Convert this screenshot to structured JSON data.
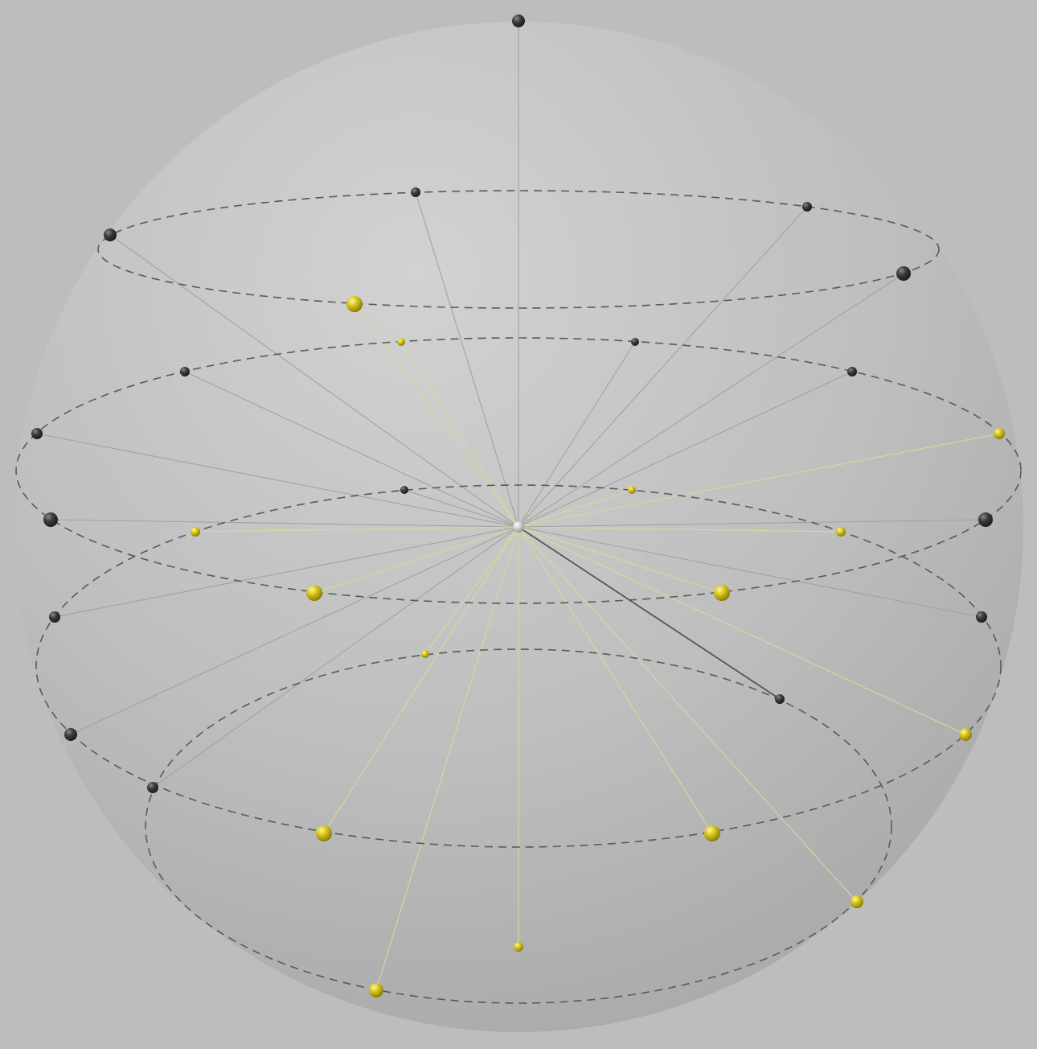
{
  "background": "#bdbdbd",
  "sphere": {
    "fill_light": "#cfcfcf",
    "fill_dark": "#a9a9a9",
    "edge": "#b4b4b4"
  },
  "colors": {
    "ring_stroke": "#5a5a5a",
    "spoke_gray": "#a2a2a2",
    "spoke_yellow": "#d9d99a",
    "spoke_dark": "#555555",
    "node_dark": "#3a3a3a",
    "node_yellow": "#d6c51a",
    "center": "#e8e8e8"
  },
  "rings": [
    "top-ring",
    "upper-middle-ring",
    "lower-middle-ring",
    "bottom-ring"
  ],
  "node_groups": {
    "pole": "pole-node",
    "center": "center-node",
    "dark": "dark-node",
    "yellow": "yellow-node"
  }
}
